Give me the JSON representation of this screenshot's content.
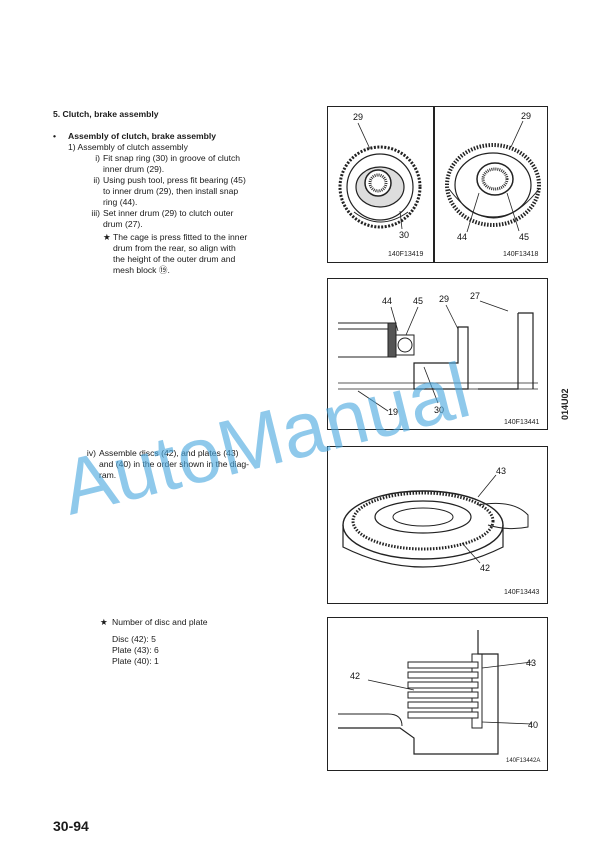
{
  "section_title": "5.  Clutch, brake assembly",
  "bullet": "•",
  "subsection_title": "Assembly of clutch, brake assembly",
  "step1": "1)  Assembly of clutch assembly",
  "steps": [
    {
      "num": "i)",
      "lines": [
        "Fit snap ring (30) in groove of clutch",
        "inner drum (29)."
      ]
    },
    {
      "num": "ii)",
      "lines": [
        "Using push tool, press fit bearing (45)",
        "to inner drum (29), then install snap",
        "ring (44)."
      ]
    },
    {
      "num": "iii)",
      "lines": [
        "Set inner drum (29) to clutch outer",
        "drum (27)."
      ]
    }
  ],
  "note_star": "★",
  "note_lines": [
    "The cage is press fitted to the inner",
    "drum from the rear, so align with",
    "the height of the outer drum and",
    "mesh block ⑲."
  ],
  "step_iv": {
    "num": "iv)",
    "lines": [
      "Assemble discs (42), and plates (43)",
      "and (40) in the order shown in the diag-",
      "ram."
    ]
  },
  "count_title": "Number of disc and plate",
  "counts": [
    "Disc (42):  5",
    "Plate (43): 6",
    "Plate (40): 1"
  ],
  "figures": {
    "f1": {
      "code": "140F13419",
      "labels": {
        "top": "29",
        "bottom": "30"
      }
    },
    "f2": {
      "code": "140F13418",
      "labels": {
        "top": "29",
        "left": "44",
        "right": "45"
      }
    },
    "f3": {
      "code": "140F13441",
      "labels": {
        "a": "44",
        "b": "45",
        "c": "29",
        "d": "27",
        "e": "19",
        "f": "30"
      }
    },
    "f4": {
      "code": "140F13443",
      "labels": {
        "top": "43",
        "bottom": "42"
      }
    },
    "f5": {
      "code": "140F13442A",
      "labels": {
        "left": "42",
        "top": "43",
        "bottom": "40"
      }
    }
  },
  "side_code": "014U02",
  "page_number": "30-94",
  "watermark": "AutoManual"
}
